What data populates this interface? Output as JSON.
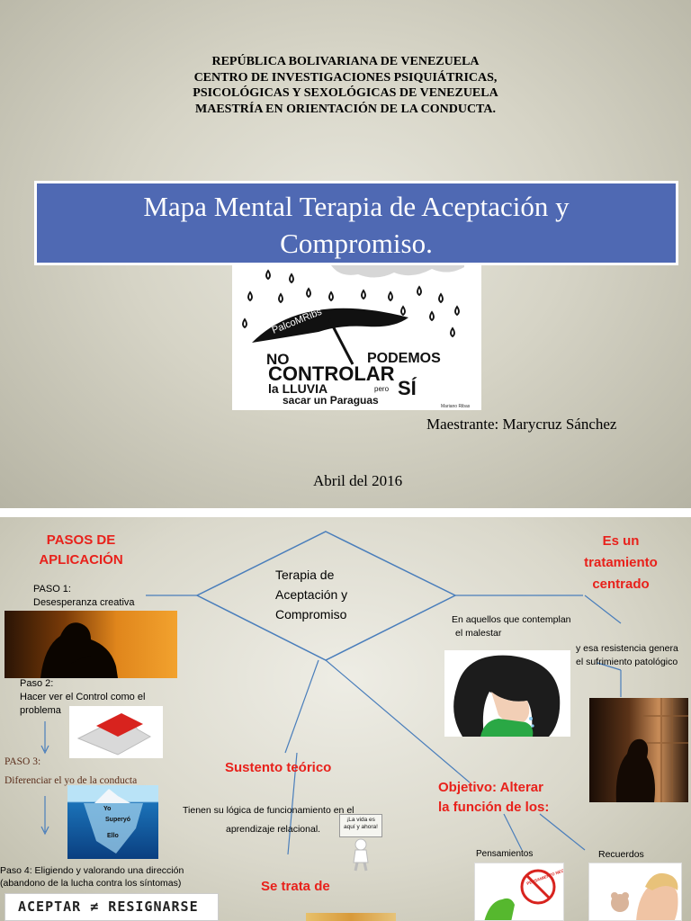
{
  "slide1": {
    "header": [
      "REPÚBLICA BOLIVARIANA DE VENEZUELA",
      "CENTRO DE INVESTIGACIONES PSIQUIÁTRICAS,",
      "PSICOLÓGICAS Y SEXOLÓGICAS DE VENEZUELA",
      "MAESTRÍA EN ORIENTACIÓN DE LA CONDUCTA."
    ],
    "title_line1": "Mapa Mental Terapia de Aceptación y",
    "title_line2": "Compromiso.",
    "image_text": {
      "watermark": "PalcoMRibs",
      "line1a": "NO",
      "line1b": "PODEMOS",
      "line2": "CONTROLAR",
      "line3a": "la LLUVIA",
      "line3b": "pero",
      "line3c": "SÍ",
      "line4": "sacar un Paraguas",
      "signature": "Mariano Ribas"
    },
    "author": "Maestrante: Marycruz Sánchez",
    "date": "Abril del 2016"
  },
  "slide2": {
    "center_line1": "Terapia de",
    "center_line2": "Aceptación y",
    "center_line3": "Compromiso",
    "pasos_title_1": "PASOS DE",
    "pasos_title_2": "APLICACIÓN",
    "paso1_a": "PASO 1:",
    "paso1_b": "Desesperanza creativa",
    "paso2_a": "Paso 2:",
    "paso2_b": "Hacer ver el  Control como el",
    "paso2_c": "problema",
    "paso3_a": "PASO 3:",
    "paso3_b": "Diferenciar el yo de la conducta",
    "paso4_a": "Paso 4: Eligiendo y valorando una dirección",
    "paso4_b": "(abandono de la lucha contra los síntomas)",
    "iceberg_labels": [
      "Yo",
      "Superyó",
      "Ello"
    ],
    "aceptar_text": "ACEPTAR ≠ RESIGNARSE",
    "centrado_1": "Es un",
    "centrado_2": "tratamiento",
    "centrado_3": "centrado",
    "aquellos_1": "En aquellos que contemplan",
    "aquellos_2": "el malestar",
    "resistencia_1": "y esa resistencia genera",
    "resistencia_2": "el sufrimiento patológico",
    "sustento": "Sustento teórico",
    "logica_1": "Tienen su lógica de funcionamiento en el",
    "logica_2": "aprendizaje relacional.",
    "sign_text": "¡La vida es aquí y ahora!",
    "se_trata": "Se trata de",
    "objetivo_1": "Objetivo: Alterar",
    "objetivo_2": "la función de los:",
    "pensamientos": "Pensamientos",
    "recuerdos": "Recuerdos",
    "pensamiento_sign": "PENSAMIENTO NEGATIVO"
  },
  "colors": {
    "title_blue": "#4f69b3",
    "red_heading": "#e8211b",
    "connector_blue": "#4a7ebb"
  }
}
